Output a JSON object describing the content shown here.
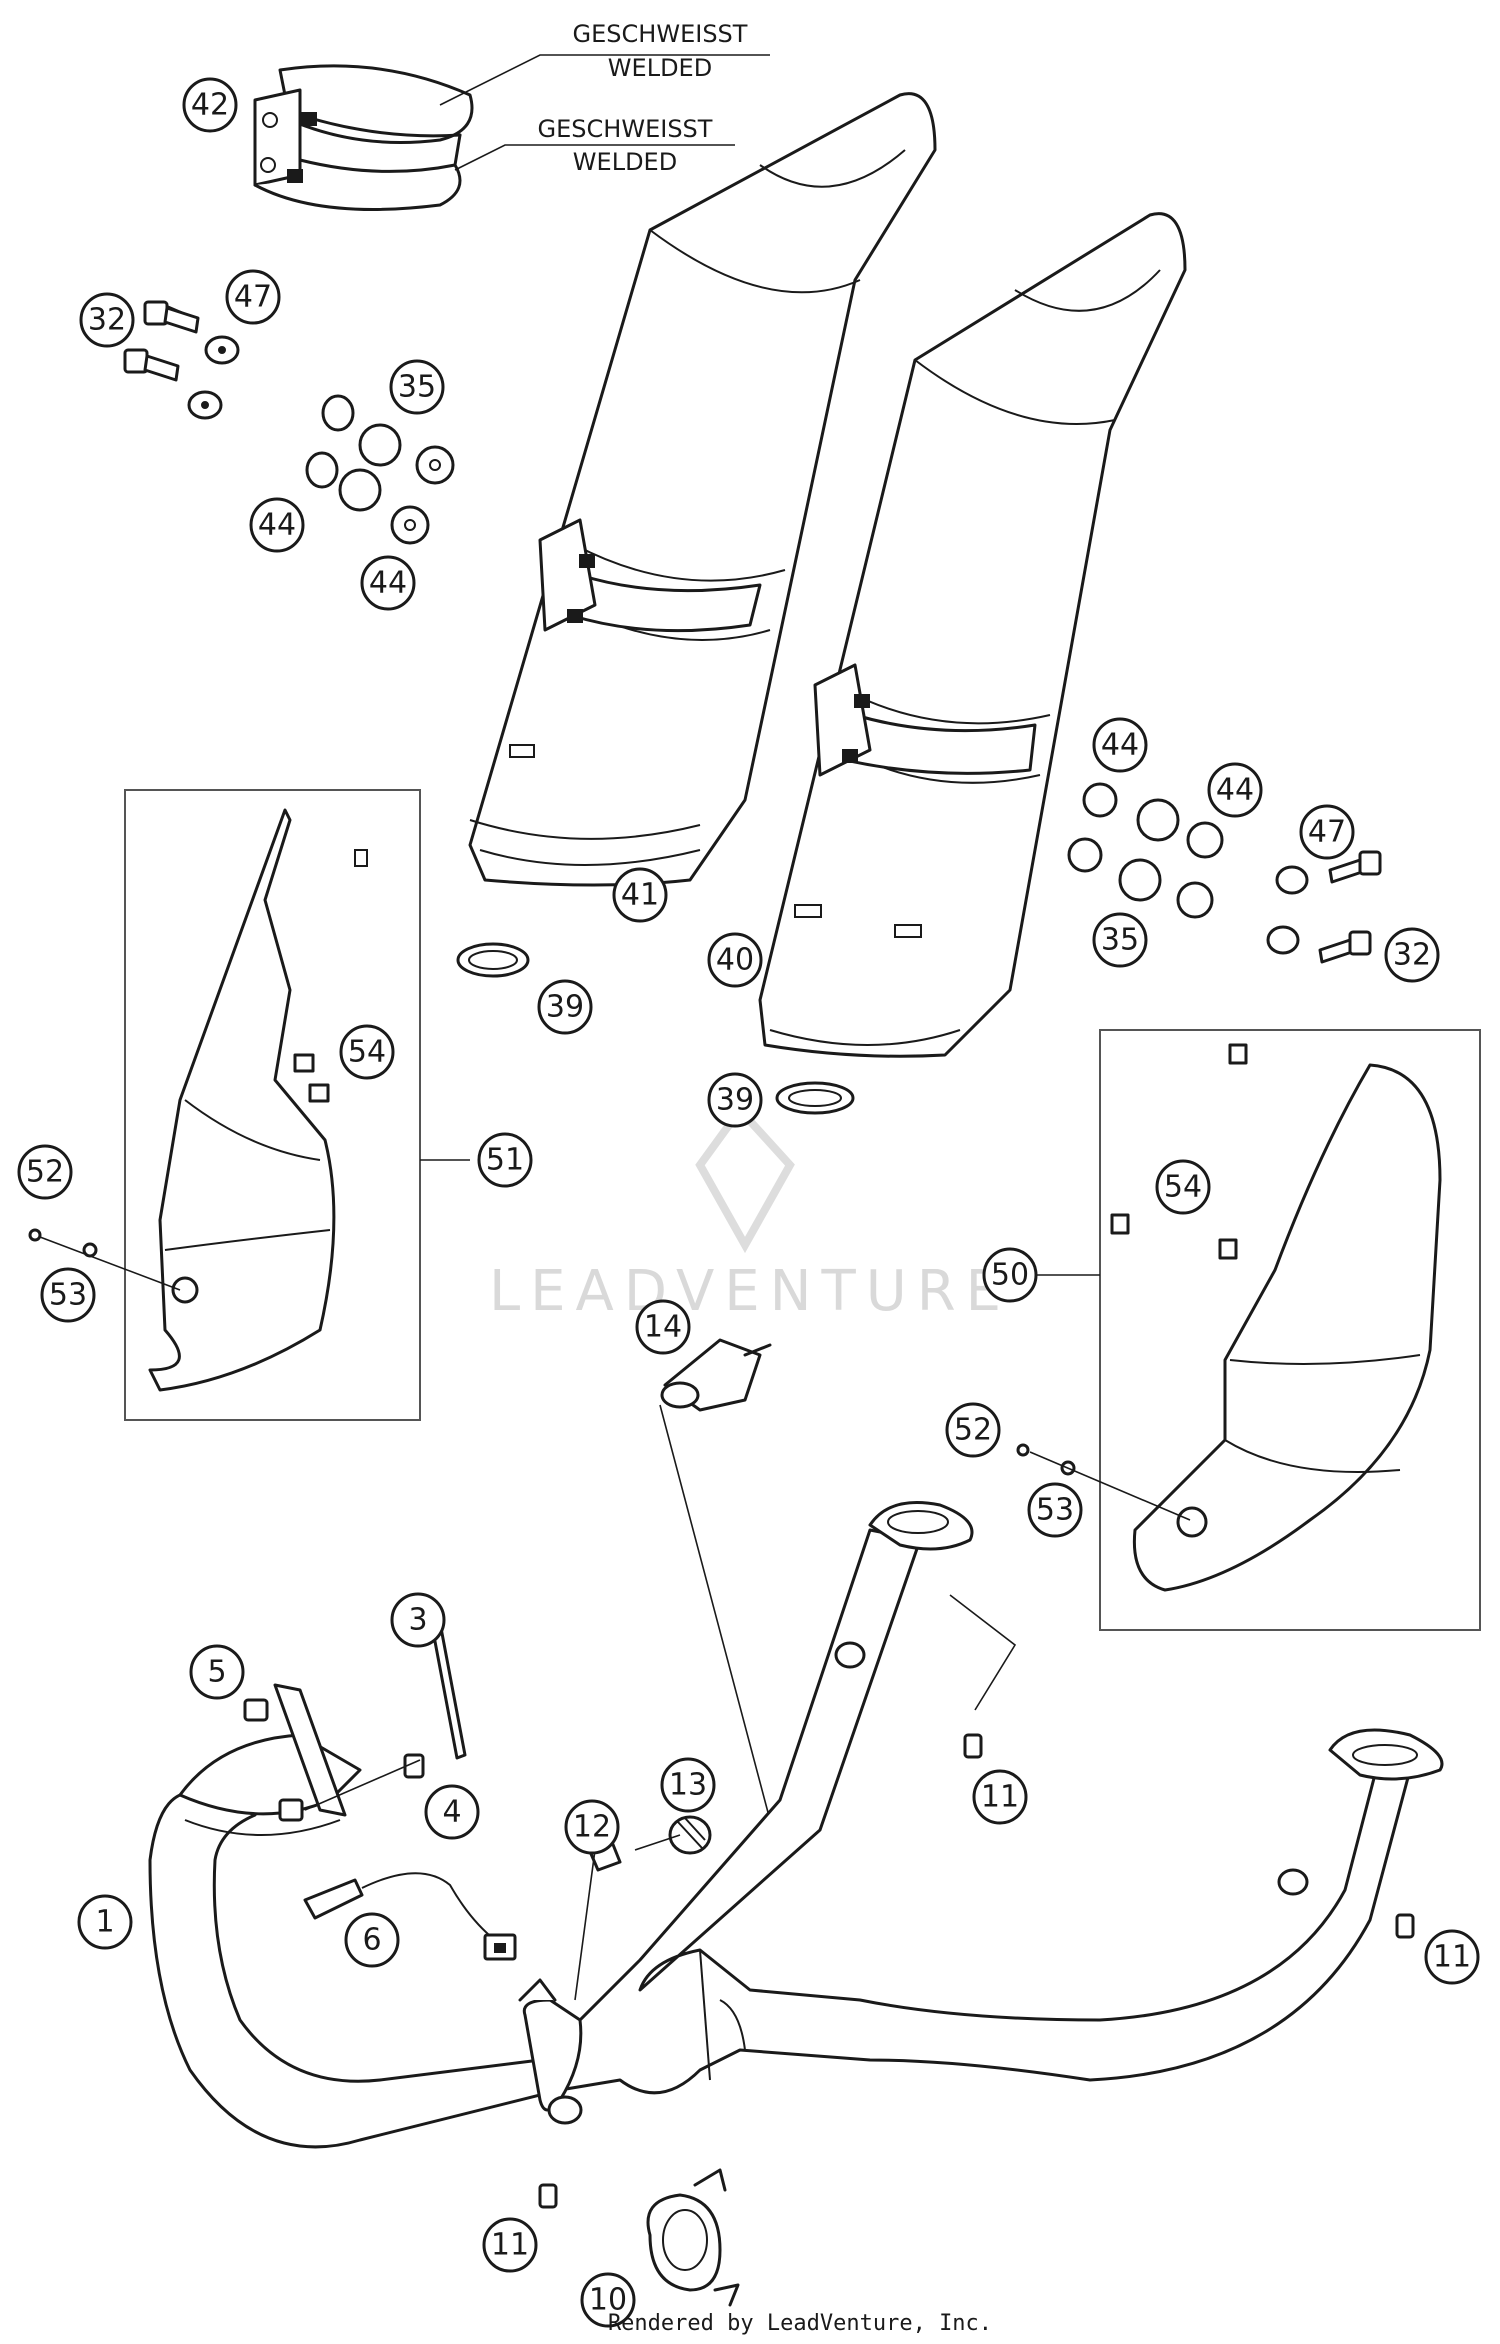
{
  "annotations": {
    "clamp_note_1": "GESCHWEISST",
    "clamp_note_1b": "WELDED",
    "clamp_note_2": "GESCHWEISST",
    "clamp_note_2b": "WELDED"
  },
  "watermark": "LEADVENTURE",
  "credit": "Rendered by LeadVenture, Inc.",
  "callouts": [
    "42",
    "32",
    "47",
    "35",
    "44",
    "44",
    "41",
    "39",
    "40",
    "44",
    "44",
    "47",
    "35",
    "32",
    "39",
    "54",
    "52",
    "51",
    "53",
    "54",
    "50",
    "14",
    "52",
    "53",
    "3",
    "5",
    "4",
    "11",
    "12",
    "13",
    "1",
    "6",
    "11",
    "11",
    "10"
  ]
}
